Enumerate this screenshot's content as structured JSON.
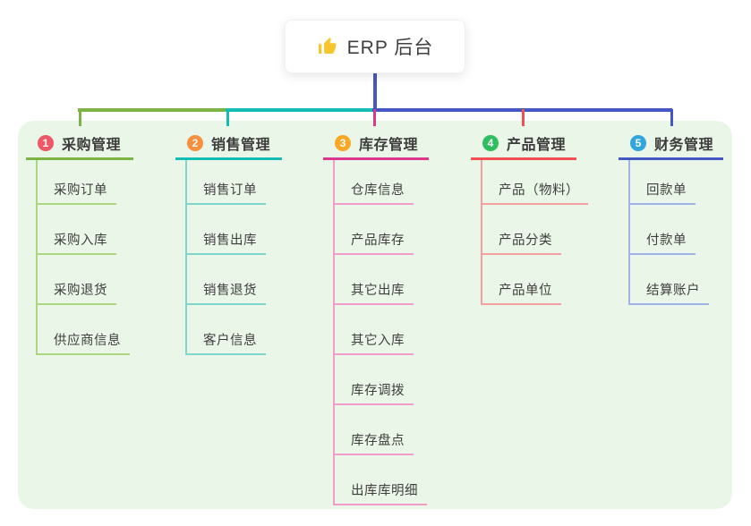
{
  "root": {
    "title": "ERP 后台",
    "icon": "thumbs-up-icon",
    "icon_color": "#f7c62e"
  },
  "panel": {
    "bg_color": "#eaf6e7"
  },
  "trunk_color": "#4556c5",
  "text_color": "#3e3e3e",
  "branches": [
    {
      "number": "1",
      "title": "采购管理",
      "badge_color": "#ef5666",
      "line_color": "#7cb342",
      "item_line_color": "#aed581",
      "items": [
        "采购订单",
        "采购入库",
        "采购退货",
        "供应商信息"
      ]
    },
    {
      "number": "2",
      "title": "销售管理",
      "badge_color": "#f78f3d",
      "line_color": "#13bdb4",
      "item_line_color": "#7fd6cd",
      "items": [
        "销售订单",
        "销售出库",
        "销售退货",
        "客户信息"
      ]
    },
    {
      "number": "3",
      "title": "库存管理",
      "badge_color": "#f9a825",
      "line_color": "#d9388e",
      "item_line_color": "#f29cc8",
      "items": [
        "仓库信息",
        "产品库存",
        "其它出库",
        "其它入库",
        "库存调拨",
        "库存盘点",
        "出库库明细"
      ]
    },
    {
      "number": "4",
      "title": "产品管理",
      "badge_color": "#2dbe60",
      "line_color": "#f25055",
      "item_line_color": "#f5a0a0",
      "items": [
        "产品（物料）",
        "产品分类",
        "产品单位"
      ]
    },
    {
      "number": "5",
      "title": "财务管理",
      "badge_color": "#31a5dc",
      "line_color": "#4556c5",
      "item_line_color": "#a2b3e8",
      "items": [
        "回款单",
        "付款单",
        "结算账户"
      ]
    }
  ]
}
